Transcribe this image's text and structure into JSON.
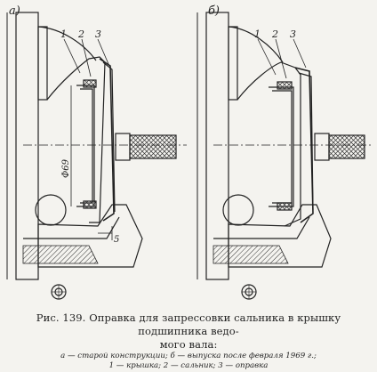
{
  "figure": {
    "panels": [
      {
        "label": "а)",
        "parts": [
          "1",
          "2",
          "3"
        ],
        "diameter": "Ф69",
        "dimension": "5"
      },
      {
        "label": "б)",
        "parts": [
          "1",
          "2",
          "3"
        ]
      }
    ]
  },
  "caption": {
    "line1": "Рис. 139. Оправка для запрессовки сальника в крышку подшипника ведо-",
    "line2": "мого вала:",
    "line3": "а — старой конструкции; б — выпуска после февраля 1969 г.;",
    "line4": "1 — крышка; 2 — сальник; 3 — оправка"
  },
  "colors": {
    "ink": "#222222",
    "paper": "#f4f3ef"
  }
}
